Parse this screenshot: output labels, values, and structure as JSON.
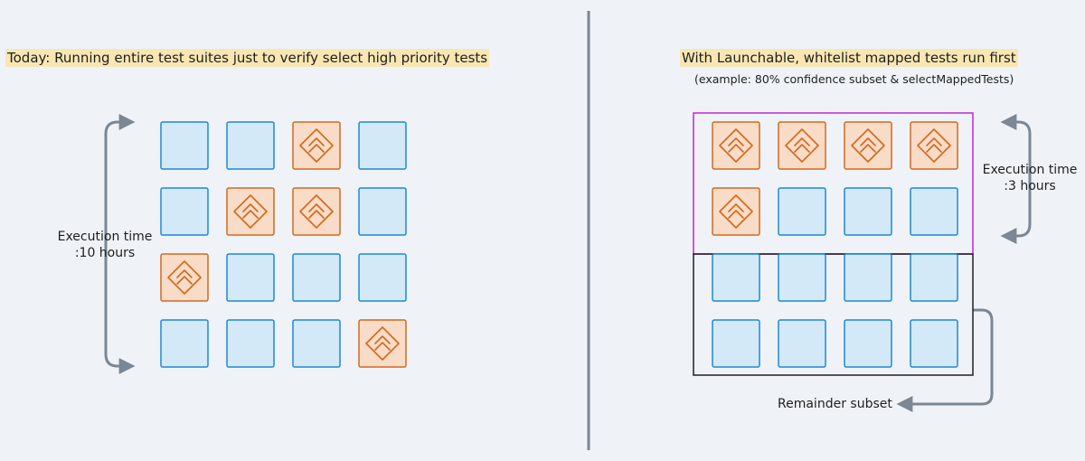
{
  "left_panel": {
    "title": "Today: Running entire test suites just to verify select high priority tests",
    "execution_label_line1": "Execution time",
    "execution_label_line2": ":10 hours",
    "grid": [
      [
        "normal",
        "normal",
        "priority",
        "normal"
      ],
      [
        "normal",
        "priority",
        "priority",
        "normal"
      ],
      [
        "priority",
        "normal",
        "normal",
        "normal"
      ],
      [
        "normal",
        "normal",
        "normal",
        "priority"
      ]
    ]
  },
  "right_panel": {
    "title": "With Launchable, whitelist mapped tests run first",
    "subtitle": "(example: 80% confidence subset & selectMappedTests)",
    "execution_label_line1": "Execution time",
    "execution_label_line2": ":3 hours",
    "remainder_label": "Remainder subset",
    "grid": [
      [
        "priority",
        "priority",
        "priority",
        "priority"
      ],
      [
        "priority",
        "normal",
        "normal",
        "normal"
      ],
      [
        "normal",
        "normal",
        "normal",
        "normal"
      ],
      [
        "normal",
        "normal",
        "normal",
        "normal"
      ]
    ]
  },
  "colors": {
    "background": "#eff3f7",
    "normal_fill": "#d4e9f8",
    "normal_stroke": "#1e88d6",
    "priority_fill": "#f9dcc7",
    "priority_stroke": "#d2691e",
    "highlight": "#f8e7b3",
    "subset_border": "#c026d3",
    "remainder_border": "#1e1e1e",
    "arrow": "#7a8794",
    "divider": "#7a8794"
  },
  "icons": {
    "priority_icon": "double-chevron-up-diamond-icon"
  }
}
